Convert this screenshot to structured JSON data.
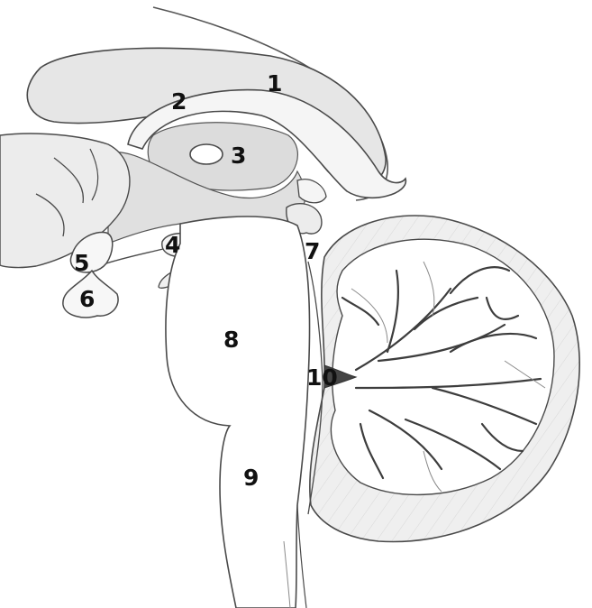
{
  "colors": {
    "background": "#ffffff",
    "tissue_light": "#f3f3f3",
    "tissue_mid": "#e2e2e2",
    "tissue_dark": "#cfcfcf",
    "outline": "#4a4a4a",
    "label": "#111111"
  },
  "labels": [
    {
      "id": "1",
      "text": "1"
    },
    {
      "id": "2",
      "text": "2"
    },
    {
      "id": "3",
      "text": "3"
    },
    {
      "id": "4",
      "text": "4"
    },
    {
      "id": "5",
      "text": "5"
    },
    {
      "id": "6",
      "text": "6"
    },
    {
      "id": "7",
      "text": "7"
    },
    {
      "id": "8",
      "text": "8"
    },
    {
      "id": "9",
      "text": "9"
    },
    {
      "id": "10",
      "text": "10"
    }
  ]
}
